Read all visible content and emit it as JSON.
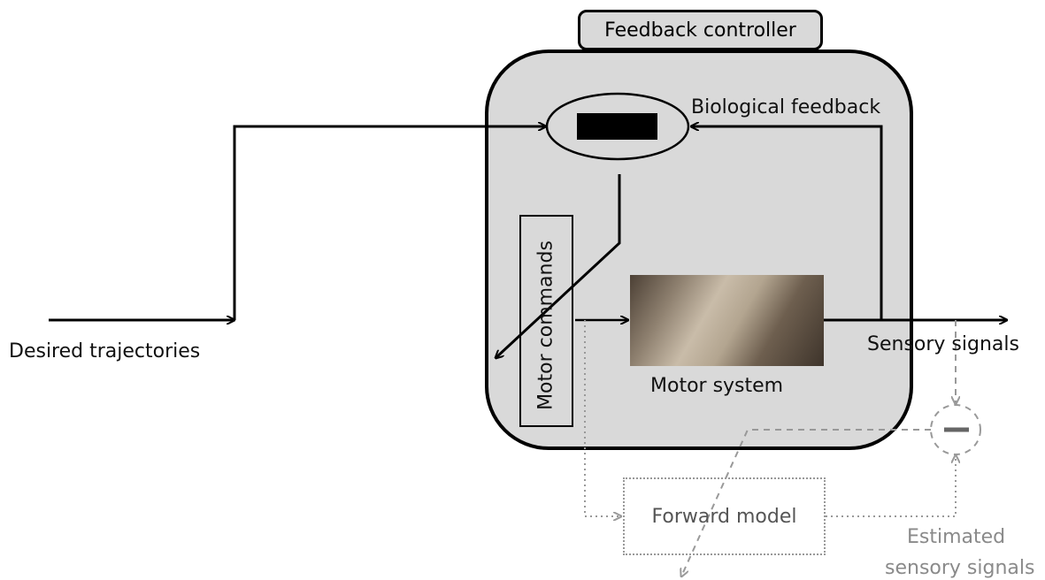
{
  "labels": {
    "feedback_controller": "Feedback controller",
    "biological_feedback": "Biological feedback",
    "motor_commands": "Motor commands",
    "motor_system": "Motor system",
    "desired_trajectories": "Desired trajectories",
    "sensory_signals": "Sensory signals",
    "forward_model": "Forward model",
    "estimated_line1": "Estimated",
    "estimated_line2": "sensory signals"
  },
  "colors": {
    "controller_fill": "#d9d9d9",
    "main_stroke": "#000000",
    "gray_path": "#999999"
  },
  "icons": {
    "subtractor": "minus-circle-icon",
    "comparator_block": "black-rect-icon",
    "motor_photo": "hand-photo-image"
  }
}
